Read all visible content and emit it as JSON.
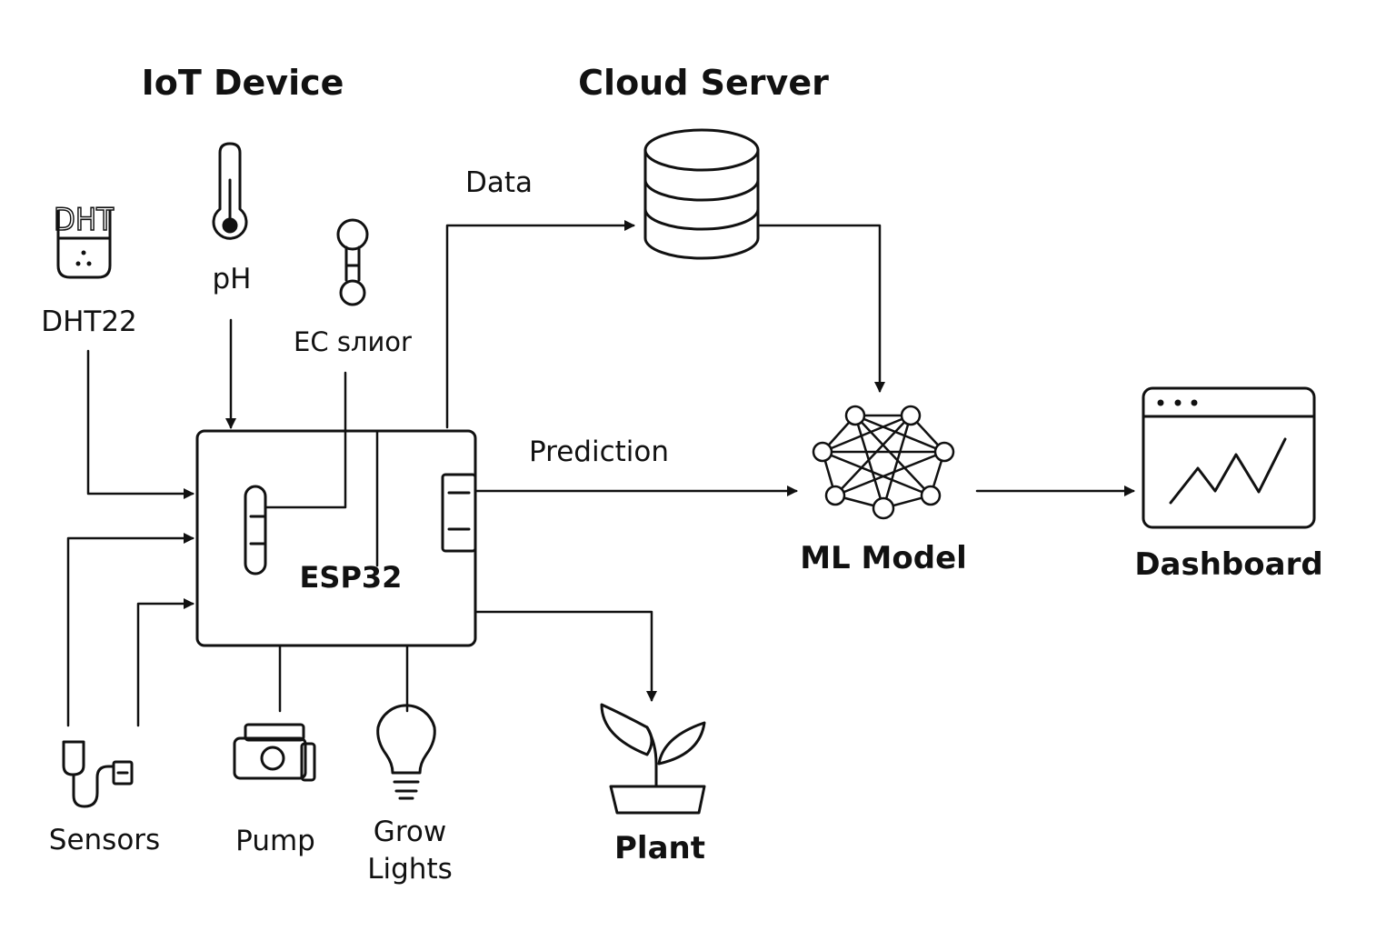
{
  "titles": {
    "iot_device": "IoT Device",
    "cloud_server": "Cloud Server"
  },
  "sensors": {
    "dht_icon_text": "DHT",
    "dht22": "DHT22",
    "ph": "pH",
    "ec_sensor": "EC sлиor"
  },
  "controller": {
    "label": "ESP32"
  },
  "edges": {
    "data": "Data",
    "prediction": "Prediction"
  },
  "outputs": {
    "ml_model": "ML Model",
    "dashboard": "Dashboard",
    "sensors": "Sensors",
    "pump": "Pump",
    "grow_lights_line1": "Grow",
    "grow_lights_line2": "Lights",
    "plant": "Plant"
  },
  "icons": [
    "beaker-icon",
    "thermometer-icon",
    "ec-probe-icon",
    "database-icon",
    "neural-network-icon",
    "dashboard-window-icon",
    "sensor-cable-icon",
    "pump-icon",
    "lightbulb-icon",
    "plant-icon"
  ],
  "colors": {
    "stroke": "#111111",
    "background": "#ffffff"
  }
}
